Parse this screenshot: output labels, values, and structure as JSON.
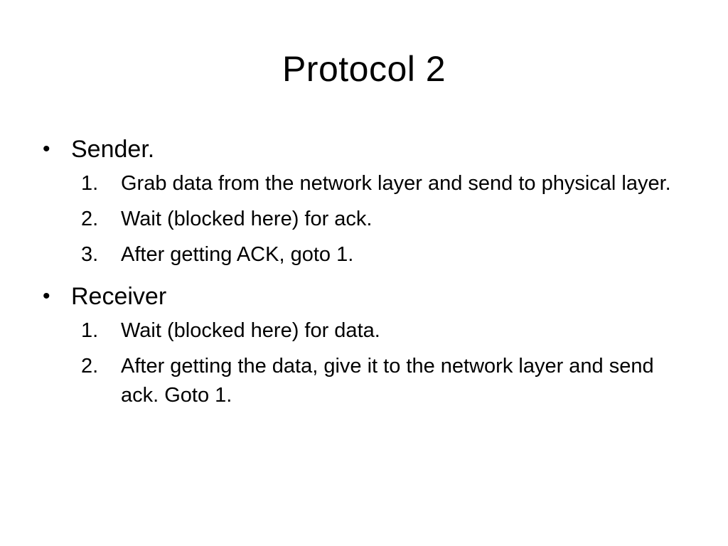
{
  "slide": {
    "title": "Protocol 2",
    "bullet_glyph": "•",
    "sections": [
      {
        "label": "Sender.",
        "steps": [
          {
            "num": "1.",
            "text": "Grab data from the network layer and send to physical layer."
          },
          {
            "num": "2.",
            "text": "Wait (blocked here) for ack."
          },
          {
            "num": "3.",
            "text": "After getting ACK, goto 1."
          }
        ]
      },
      {
        "label": "Receiver",
        "steps": [
          {
            "num": "1.",
            "text": "Wait (blocked here) for data."
          },
          {
            "num": "2.",
            "text": "After getting the data, give it to the network layer and send ack. Goto 1."
          }
        ]
      }
    ]
  }
}
